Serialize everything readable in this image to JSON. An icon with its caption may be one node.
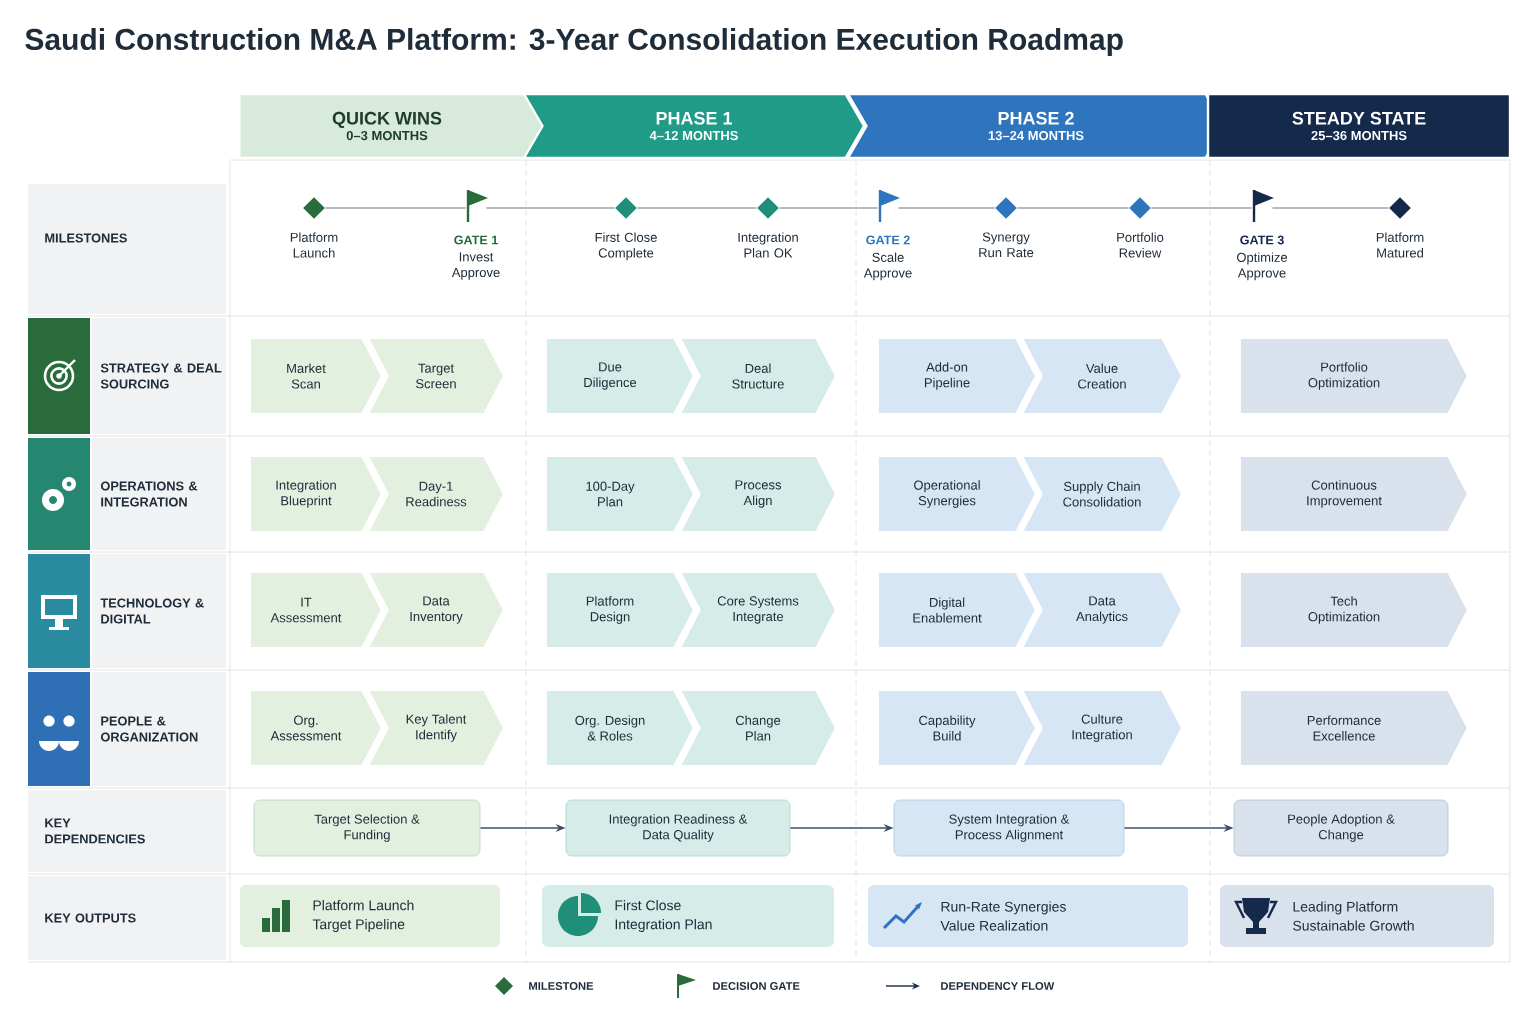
{
  "diagram": {
    "title": "Saudi Construction M&A Platform: 3-Year Consolidation Execution Roadmap",
    "nodes": [
      {
        "text": [
          "QUICK WINS",
          "0–3 MONTHS"
        ]
      },
      {
        "text": [
          "PHASE 1",
          "4–12 MONTHS"
        ]
      },
      {
        "text": [
          "PHASE 2",
          "13–24 MONTHS"
        ]
      },
      {
        "text": [
          "STEADY STATE",
          "25–36 MONTHS"
        ]
      },
      {
        "text": [
          "MILESTONES"
        ]
      },
      {
        "text": [
          "Platform Launch"
        ]
      },
      {
        "text": [
          "GATE 1",
          "Invest Approve"
        ]
      },
      {
        "text": [
          "First Close Complete"
        ]
      },
      {
        "text": [
          "Integration Plan OK"
        ]
      },
      {
        "text": [
          "GATE 2",
          "Scale Approve"
        ]
      },
      {
        "text": [
          "Synergy Run Rate"
        ]
      },
      {
        "text": [
          "Portfolio Review"
        ]
      },
      {
        "text": [
          "GATE 3",
          "Optimize Approve"
        ]
      },
      {
        "text": [
          "Platform Matured"
        ]
      },
      {
        "text": [
          "STRATEGY & DEAL SOURCING"
        ]
      },
      {
        "text": [
          "Market Scan"
        ]
      },
      {
        "text": [
          "Target Screen"
        ]
      },
      {
        "text": [
          "Due Diligence"
        ]
      },
      {
        "text": [
          "Deal Structure"
        ]
      },
      {
        "text": [
          "Add-on Pipeline"
        ]
      },
      {
        "text": [
          "Value Creation"
        ]
      },
      {
        "text": [
          "Portfolio Optimization"
        ]
      },
      {
        "text": [
          "OPERATIONS & INTEGRATION"
        ]
      },
      {
        "text": [
          "Integration Blueprint"
        ]
      },
      {
        "text": [
          "Day-1 Readiness"
        ]
      },
      {
        "text": [
          "100-Day Plan"
        ]
      },
      {
        "text": [
          "Process Align"
        ]
      },
      {
        "text": [
          "Operational Synergies"
        ]
      },
      {
        "text": [
          "Supply Chain Consolidation"
        ]
      },
      {
        "text": [
          "Continuous Improvement"
        ]
      },
      {
        "text": [
          "TECHNOLOGY & DIGITAL"
        ]
      },
      {
        "text": [
          "IT Assessment"
        ]
      },
      {
        "text": [
          "Data Inventory"
        ]
      },
      {
        "text": [
          "Platform Design"
        ]
      },
      {
        "text": [
          "Core Systems Integrate"
        ]
      },
      {
        "text": [
          "Digital Enablement"
        ]
      },
      {
        "text": [
          "Data Analytics"
        ]
      },
      {
        "text": [
          "Tech Optimization"
        ]
      },
      {
        "text": [
          "PEOPLE & ORGANIZATION"
        ]
      },
      {
        "text": [
          "Org. Assessment"
        ]
      },
      {
        "text": [
          "Key Talent Identify"
        ]
      },
      {
        "text": [
          "Org. Design & Roles"
        ]
      },
      {
        "text": [
          "Change Plan"
        ]
      },
      {
        "text": [
          "Capability Build"
        ]
      },
      {
        "text": [
          "Culture Integration"
        ]
      },
      {
        "text": [
          "Performance Excellence"
        ]
      },
      {
        "text": [
          "KEY DEPENDENCIES"
        ]
      },
      {
        "text": [
          "Target Selection & Funding"
        ]
      },
      {
        "text": [
          "Integration Readiness & Data Quality"
        ]
      },
      {
        "text": [
          "System Integration & Process Alignment"
        ]
      },
      {
        "text": [
          "People Adoption & Change"
        ]
      },
      {
        "text": [
          "KEY OUTPUTS"
        ]
      },
      {
        "text": [
          "Platform Launch",
          "Target Pipeline"
        ]
      },
      {
        "text": [
          "First Close",
          "Integration Plan"
        ]
      },
      {
        "text": [
          "Run-Rate Synergies",
          "Value Realization"
        ]
      },
      {
        "text": [
          "Leading Platform",
          "Sustainable Growth"
        ]
      }
    ],
    "edges": [
      {
        "from": 5,
        "to": 6,
        "arrow": "none"
      },
      {
        "from": 6,
        "to": 7,
        "arrow": "none"
      },
      {
        "from": 7,
        "to": 8,
        "arrow": "none"
      },
      {
        "from": 8,
        "to": 9,
        "arrow": "none"
      },
      {
        "from": 9,
        "to": 10,
        "arrow": "none"
      },
      {
        "from": 10,
        "to": 11,
        "arrow": "none"
      },
      {
        "from": 11,
        "to": 12,
        "arrow": "none"
      },
      {
        "from": 12,
        "to": 13,
        "arrow": "none"
      },
      {
        "from": 47,
        "to": 48,
        "arrow": "to",
        "color": "#3d4f6b"
      },
      {
        "from": 48,
        "to": 49,
        "arrow": "to",
        "color": "#3d4f6b"
      },
      {
        "from": 49,
        "to": 50,
        "arrow": "to",
        "color": "#3d4f6b"
      }
    ],
    "legend": [
      {
        "text": "MILESTONE"
      },
      {
        "text": "DECISION GATE"
      },
      {
        "text": "DEPENDENCY FLOW"
      }
    ]
  }
}
